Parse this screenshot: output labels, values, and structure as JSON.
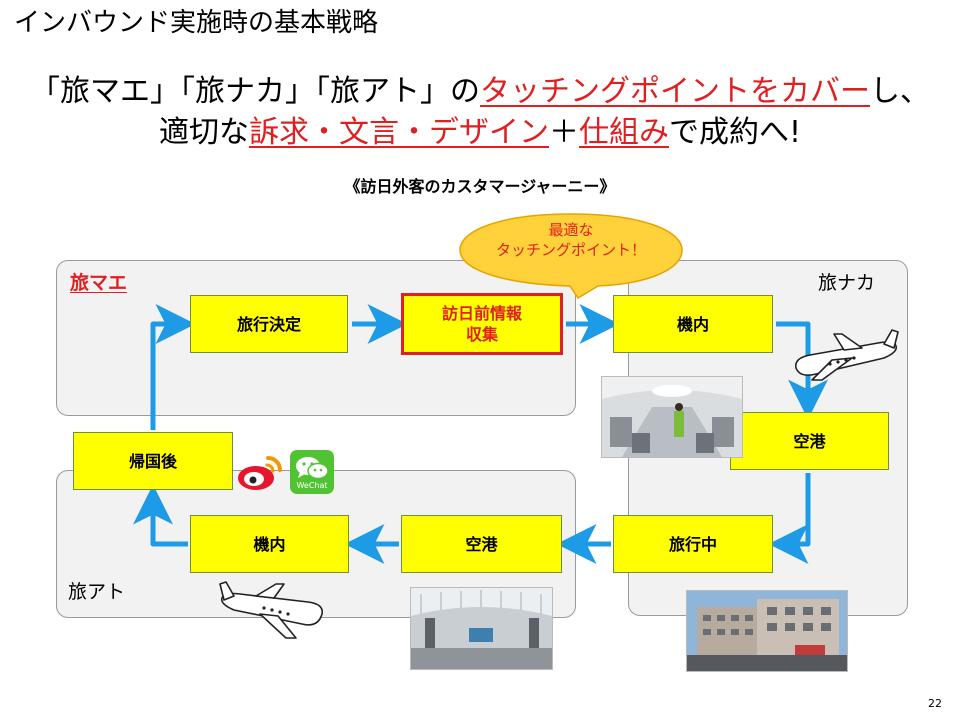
{
  "page": {
    "title": "インバウンド実施時の基本戦略",
    "page_number": "22"
  },
  "headline": {
    "line1": [
      {
        "text": "「旅マエ」「旅ナカ」「旅アト」の",
        "highlight": false
      },
      {
        "text": "タッチングポイントをカバー",
        "highlight": true
      },
      {
        "text": "し、",
        "highlight": false
      }
    ],
    "line2": [
      {
        "text": "適切な",
        "highlight": false
      },
      {
        "text": "訴求・文言・デザイン",
        "highlight": true
      },
      {
        "text": "＋",
        "highlight": false
      },
      {
        "text": "仕組み",
        "highlight": true
      },
      {
        "text": "で成約へ!",
        "highlight": false
      }
    ]
  },
  "subtitle": "《訪日外客のカスタマージャーニー》",
  "zones": {
    "before": "旅マエ",
    "during": "旅ナカ",
    "after": "旅アト"
  },
  "steps": {
    "decide": "旅行決定",
    "info_line1": "訪日前情報",
    "info_line2": "収集",
    "flight_out": "機内",
    "airport_arrive": "空港",
    "trip": "旅行中",
    "airport_depart": "空港",
    "flight_back": "機内",
    "return_home": "帰国後"
  },
  "callout": {
    "line1": "最適な",
    "line2": "タッチングポイント！"
  },
  "icons": {
    "weibo": "weibo-icon",
    "wechat": "wechat-icon",
    "wechat_label": "WeChat",
    "plane": "airplane-icon"
  },
  "colors": {
    "accent_red": "#e02020",
    "step_fill": "#ffff00",
    "arrow_blue": "#1e9be6",
    "zone_fill": "#f2f2f2",
    "callout_fill": "#ffd13a"
  }
}
